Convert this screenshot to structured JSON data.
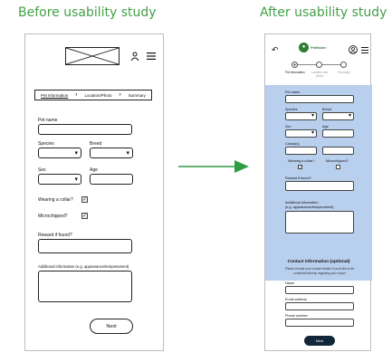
{
  "headings": {
    "before": "Before usability study",
    "after": "After usability study"
  },
  "before": {
    "breadcrumb": [
      "Pet information",
      "Location/Photo",
      "Summary"
    ],
    "form": {
      "pet_name": "Pet name",
      "species": "Species",
      "breed": "Breed",
      "sex": "Sex",
      "age": "Age",
      "collar": "Wearing a collar?",
      "microchipped": "Microchipped?",
      "reward": "Reward if found?",
      "additional": "Additional information (e.g. appearance/temperament)"
    },
    "next_label": "Next"
  },
  "after": {
    "logo": "Petfinder",
    "steps": [
      "Pet information",
      "Location and photo",
      "Summary"
    ],
    "form": {
      "pet_name": "Pet name",
      "species": "Species",
      "breed": "Breed",
      "sex": "Sex",
      "age": "Age",
      "colours": "Colour(s)",
      "collar": "Wearing a collar?",
      "microchipped": "Microchipped?",
      "reward": "Reward if found?",
      "additional_1": "Additional information",
      "additional_2": "(e.g. appearance/temperament)"
    },
    "contact": {
      "title": "Contact information (optional)",
      "subtitle": "Please include your contact details if you'd like to be contacted directly regarding your report",
      "name": "Name",
      "email": "Email address",
      "phone": "Phone number"
    },
    "next_label": "Next"
  },
  "colors": {
    "heading": "#43a047",
    "arrow": "#2e9e44",
    "form_bg": "#b9cfee",
    "next_btn": "#12263a",
    "brand": "#2e7d32"
  }
}
